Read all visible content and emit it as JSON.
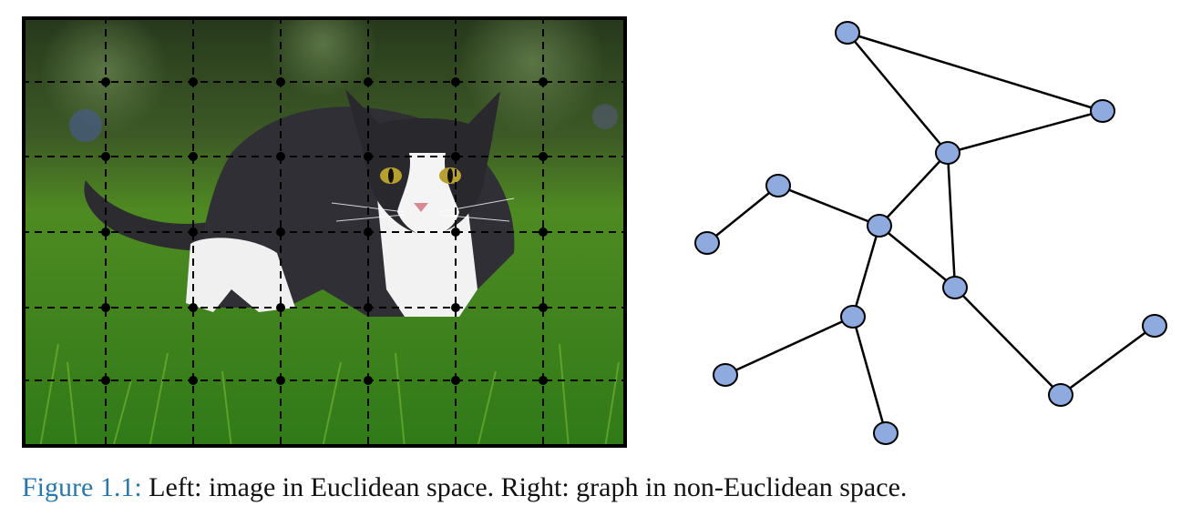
{
  "caption": {
    "label": "Figure 1.1:",
    "text": " Left: image in Euclidean space. Right: graph in non-Euclidean space."
  },
  "image_panel": {
    "grid_columns": 7,
    "grid_rows": 6,
    "colors": {
      "frame": "#000000",
      "grass": "#3f8a1c",
      "background_foliage": "#2f4a22",
      "cat_dark": "#2b2b30",
      "cat_white": "#f2f2f2",
      "eyes": "#b8a030"
    }
  },
  "graph_panel": {
    "colors": {
      "node_fill": "#8eaadf",
      "node_stroke": "#000000",
      "edge": "#000000"
    },
    "nodes": [
      {
        "id": "n0"
      },
      {
        "id": "n1"
      },
      {
        "id": "n2"
      },
      {
        "id": "n3"
      },
      {
        "id": "n4"
      },
      {
        "id": "n5"
      },
      {
        "id": "n6"
      },
      {
        "id": "n7"
      },
      {
        "id": "n8"
      },
      {
        "id": "n9"
      },
      {
        "id": "n10"
      },
      {
        "id": "n11"
      },
      {
        "id": "n12"
      }
    ],
    "edges": [
      [
        "n0",
        "n1"
      ],
      [
        "n0",
        "n2"
      ],
      [
        "n1",
        "n2"
      ],
      [
        "n2",
        "n5"
      ],
      [
        "n2",
        "n6"
      ],
      [
        "n3",
        "n4"
      ],
      [
        "n3",
        "n5"
      ],
      [
        "n5",
        "n6"
      ],
      [
        "n5",
        "n7"
      ],
      [
        "n7",
        "n8"
      ],
      [
        "n7",
        "n9"
      ],
      [
        "n6",
        "n11"
      ],
      [
        "n11",
        "n10"
      ]
    ]
  }
}
